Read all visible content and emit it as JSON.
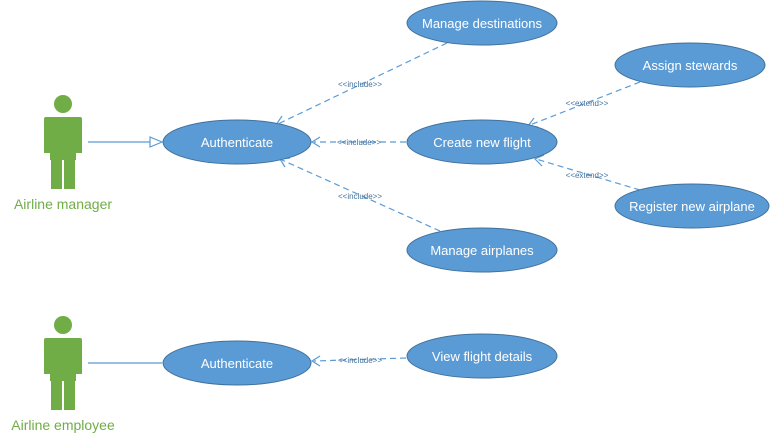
{
  "actors": {
    "manager": {
      "label": "Airline manager"
    },
    "employee": {
      "label": "Airline employee"
    }
  },
  "usecases": {
    "authenticate_manager": "Authenticate",
    "manage_destinations": "Manage destinations",
    "create_new_flight": "Create new flight",
    "manage_airplanes": "Manage airplanes",
    "assign_stewards": "Assign stewards",
    "register_new_airplane": "Register new airplane",
    "authenticate_employee": "Authenticate",
    "view_flight_details": "View flight details"
  },
  "relations": {
    "include": "<<include>>",
    "extend": "<<extend>>"
  },
  "colors": {
    "usecase_fill": "#5b9bd5",
    "usecase_border": "#41719c",
    "actor": "#70ad47",
    "line": "#5b9bd5"
  }
}
